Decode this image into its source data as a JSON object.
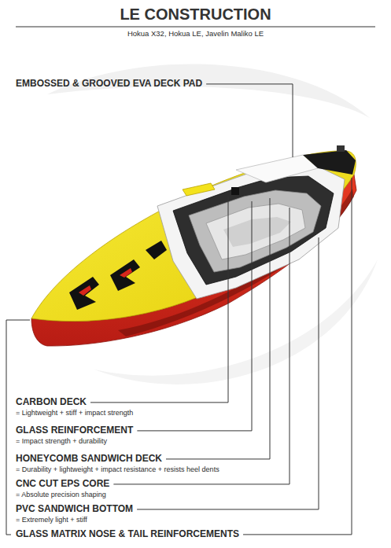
{
  "diagram": {
    "title": "LE CONSTRUCTION",
    "labels": [
      "Hokua X32, Hokua LE, Javelin Maliko LE",
      "EMBOSSED & GROOVED EVA DECK PAD",
      "CARBON DECK",
      "= Lightweight + stiff + impact strength",
      "GLASS REINFORCEMENT",
      "= Impact strength + durability",
      "HONEYCOMB SANDWICH DECK",
      "= Durability + lightweight + impact resistance + resists heel dents",
      "CNC CUT EPS CORE",
      "= Absolute precision shaping",
      "PVC SANDWICH BOTTOM",
      "= Extremely light + stiff",
      "GLASS MATRIX NOSE & TAIL REINFORCEMENTS"
    ]
  }
}
